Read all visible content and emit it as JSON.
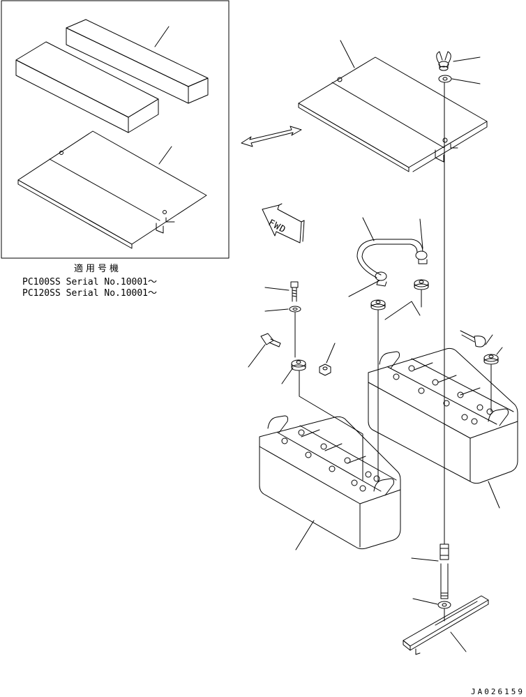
{
  "applicability": {
    "header": "適用号機",
    "rows": [
      "PC100SS Serial No.10001～",
      "PC120SS Serial No.10001～"
    ]
  },
  "forward_marker": "FWD",
  "drawing_number": "JA026159"
}
